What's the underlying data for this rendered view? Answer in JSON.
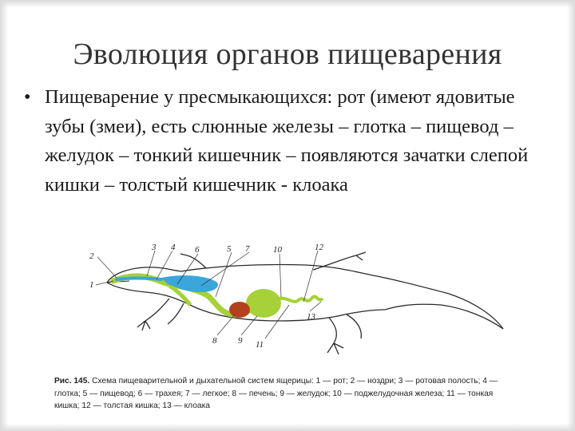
{
  "slide": {
    "title": "Эволюция органов пищеварения",
    "bullet": "Пищеварение у пресмыкающихся: рот (имеют ядовитые зубы (змеи), есть слюнные железы – глотка – пищевод – желудок – тонкий кишечник – появляются зачатки слепой кишки – толстый кишечник - клоака"
  },
  "figure": {
    "labels": [
      "1",
      "2",
      "3",
      "4",
      "5",
      "6",
      "7",
      "8",
      "9",
      "10",
      "11",
      "12",
      "13"
    ],
    "caption_prefix": "Рис. 145.",
    "caption_text": "Схема пищеварительной и дыхательной систем ящерицы: 1 — рот; 2 — ноздри; 3 — ротовая полость; 4 — глотка; 5 — пищевод; 6 — трахея; 7 — легкое; 8 — печень; 9 — желудок; 10 — поджелудочная железа; 11 — тонкая кишка; 12 — толстая кишка; 13 — клоака",
    "colors": {
      "digestive": "#a6d138",
      "respiratory": "#3aa6dc",
      "liver": "#b5401e",
      "outline": "#2a2a2a"
    }
  }
}
